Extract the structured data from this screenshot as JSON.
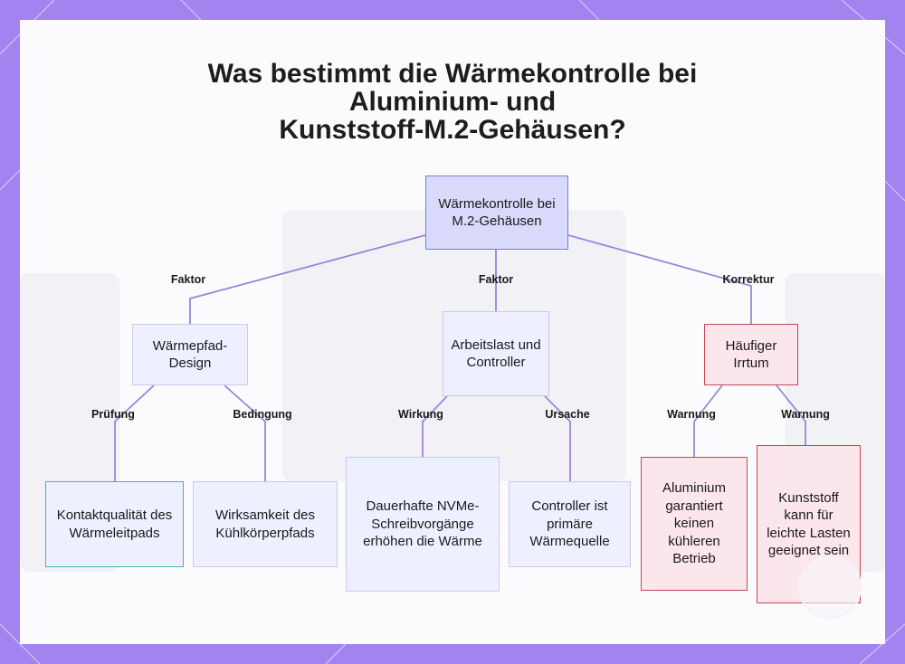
{
  "title": {
    "line1": "Was bestimmt die Wärmekontrolle bei",
    "line2": "Aluminium- und",
    "line3": "Kunststoff-M.2-Gehäusen?"
  },
  "nodes": {
    "root": "Wärmekontrolle bei M.2-Gehäusen",
    "design": "Wärmepfad-Design",
    "workload": "Arbeitslast und Controller",
    "mistake": "Häufiger Irrtum",
    "contact": "Kontaktqualität des Wärmeleitpads",
    "heatsink": "Wirksamkeit des Kühlkörperpfads",
    "writes": "Dauerhafte NVMe-Schreibvorgänge erhöhen die Wärme",
    "controller": "Controller ist primäre Wärmequelle",
    "aluminium": "Aluminium garantiert keinen kühleren Betrieb",
    "plastic": "Kunststoff kann für leichte Lasten geeignet sein"
  },
  "edge_labels": {
    "root_design": "Faktor",
    "root_workload": "Faktor",
    "root_mistake": "Korrektur",
    "design_contact": "Prüfung",
    "design_heatsink": "Bedingung",
    "workload_writes": "Wirkung",
    "workload_controller": "Ursache",
    "mistake_aluminium": "Warnung",
    "mistake_plastic": "Warnung"
  },
  "colors": {
    "frame": "#a283f0",
    "edge": "#9b86d8",
    "root_fill": "#d9dafb",
    "warning_border": "#c74651",
    "check_border": "#3fb3c4"
  }
}
